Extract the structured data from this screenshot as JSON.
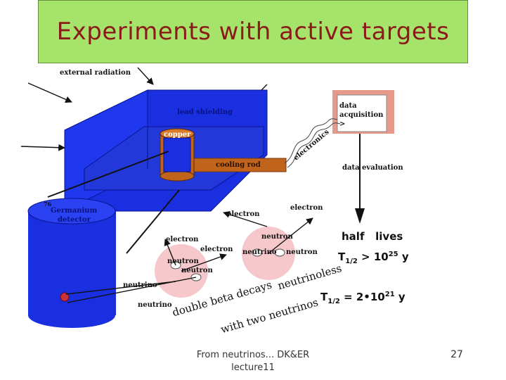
{
  "slide": {
    "title": "Experiments with active targets",
    "footer": "From neutrinos... DK&ER lecture11",
    "page_number": "27"
  },
  "diagram": {
    "external_radiation": "external radiation",
    "lead_shielding": "lead shielding",
    "copper": "copper",
    "cooling_rod": "cooling rod",
    "electronics": "electronics",
    "data_acquisition_line1": "data",
    "data_acquisition_line2": "acquisition",
    "data_acquisition_prompt": ">",
    "data_evaluation": "data evaluation",
    "germanium_prefix": "76",
    "germanium_line1": "Germanium",
    "germanium_line2": "detector",
    "electron_right": "electron",
    "electron_mid": "electron",
    "electron_left1": "electron",
    "electron_left2": "electron",
    "neutron_left1": "neutron",
    "neutron_left2": "neutron",
    "neutron_right1": "neutron",
    "neutron_right2": "neutron",
    "neutrino_right": "neutrino",
    "neutrino_left1": "neutrino",
    "neutrino_left2": "neutrino",
    "half_lives": "half   lives",
    "t_label": "T",
    "t_sub": "1/2",
    "neutrinoless_value": "> 10",
    "neutrinoless_exp": "25",
    "neutrinoless_unit": "y",
    "two_nu_value": "= 2•10",
    "two_nu_exp": "21",
    "two_nu_unit": "y",
    "neutrinoless": "neutrinoless",
    "double_beta_decays": "double beta decays",
    "with_two_neutrinos": "with two neutrinos"
  },
  "colors": {
    "title_bg": "#a6e36a",
    "title_text": "#8b1a1a",
    "blue": "#1a2fe0",
    "copper": "#c0641c",
    "pink": "#f6c8cc"
  }
}
